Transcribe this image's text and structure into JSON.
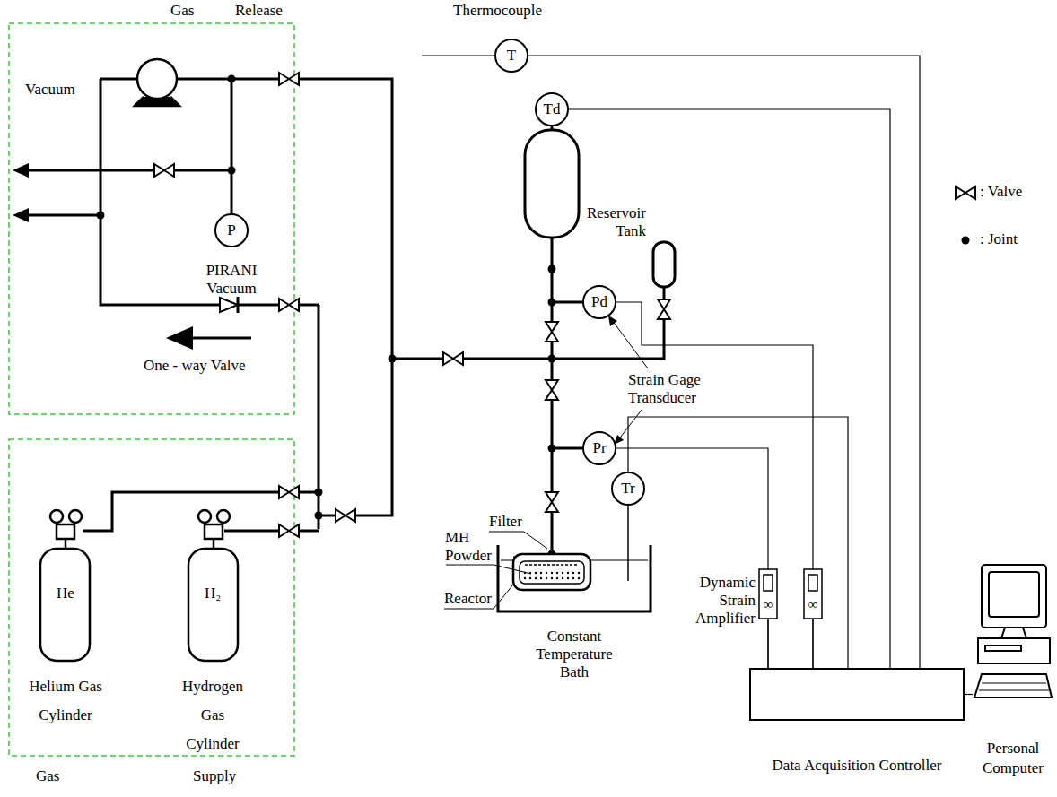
{
  "diagram": {
    "nodes": [
      {
        "text": [
          "T"
        ]
      },
      {
        "text": [
          "Td"
        ]
      },
      {
        "text": [
          "P"
        ]
      },
      {
        "text": [
          "Pd"
        ]
      },
      {
        "text": [
          "Pr"
        ]
      },
      {
        "text": [
          "Tr"
        ]
      },
      {
        "text": [
          "Data Acquisition Controller"
        ]
      },
      {
        "text": [
          "Personal Computer"
        ]
      }
    ],
    "edges": [
      {
        "from": 0,
        "to": 6,
        "arrow": "none"
      },
      {
        "from": 1,
        "to": 6,
        "arrow": "none"
      },
      {
        "from": 3,
        "to": 6,
        "arrow": "none"
      },
      {
        "from": 4,
        "to": 6,
        "arrow": "none"
      },
      {
        "from": 5,
        "to": 6,
        "arrow": "none"
      },
      {
        "from": 6,
        "to": 7,
        "arrow": "none"
      }
    ],
    "labels": [
      "Gas",
      "Release",
      "Vacuum",
      "PIRANI Vacuum",
      "One - way Valve",
      "Thermocouple",
      "Reservoir Tank",
      "Strain Gage Transducer",
      "Filter",
      "MH Powder",
      "Reactor",
      "Constant Temperature Bath",
      "Dynamic Strain Amplifier",
      "∞",
      "∞",
      "He",
      "H₂",
      "Helium Gas Cylinder",
      "Hydrogen Gas Cylinder",
      "Gas",
      "Supply"
    ],
    "legend": [
      {
        "text": ": Valve"
      },
      {
        "text": ": Joint"
      }
    ]
  }
}
